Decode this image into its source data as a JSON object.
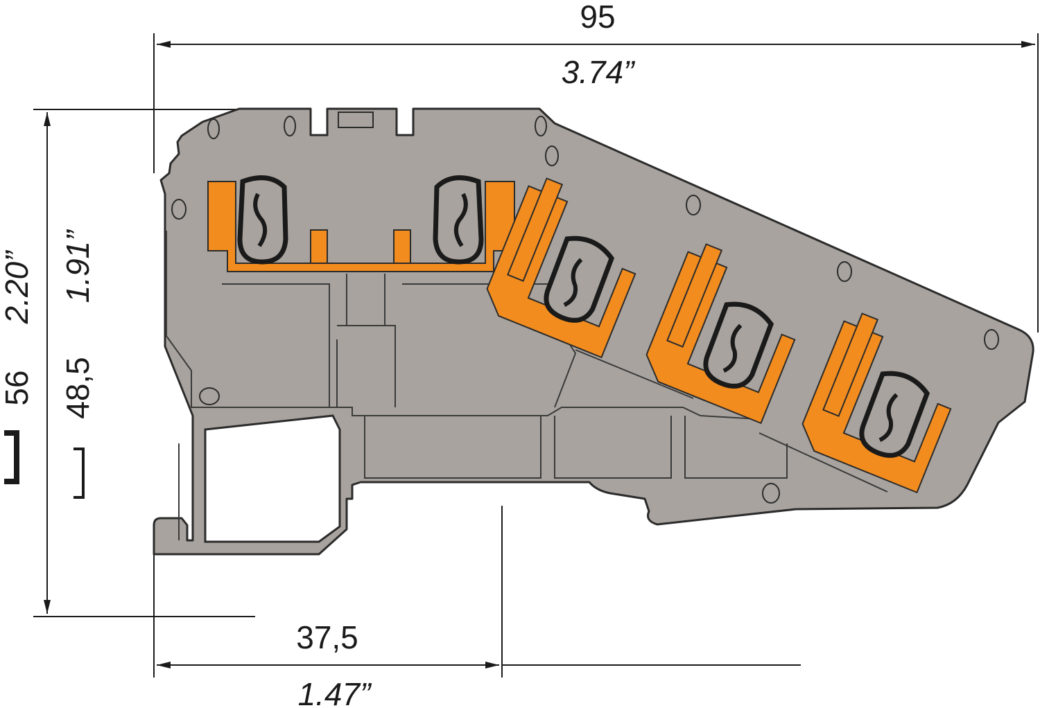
{
  "title": "",
  "dimensions": {
    "width_mm": "95",
    "width_in": "3.74”",
    "height_mm": "56",
    "height_in": "2.20”",
    "height2_mm": "48,5",
    "height2_in": "1.91”",
    "offset_mm": "37,5",
    "offset_in": "1.47”"
  },
  "icons": {
    "rail_large": "din-rail-icon",
    "rail_small": "din-rail-small-icon"
  },
  "colors": {
    "housing": "#a8a39e",
    "conductor": "#f28c1e",
    "outline": "#2b2b2b"
  }
}
